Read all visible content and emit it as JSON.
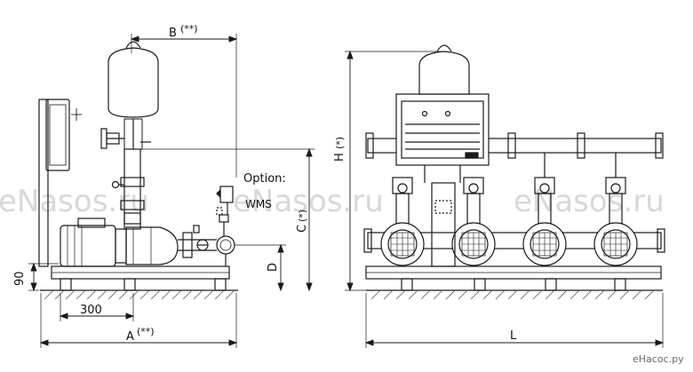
{
  "dimensions": {
    "b": "B",
    "b_note": "(**)",
    "a": "A",
    "a_note": "(**)",
    "c": "C",
    "c_note": "(*)",
    "h": "H",
    "h_note": "(*)",
    "d": "D",
    "l": "L",
    "base_height": "90",
    "foot_spacing": "300"
  },
  "option": {
    "label": "Option:",
    "type": "WMS"
  },
  "watermark": {
    "text": "eNasos.ru",
    "footer": "eНасос.ру"
  },
  "colors": {
    "line": "#1a1a1a",
    "hatch": "#555555",
    "watermark": "#d8d8d8",
    "background": "#ffffff"
  }
}
